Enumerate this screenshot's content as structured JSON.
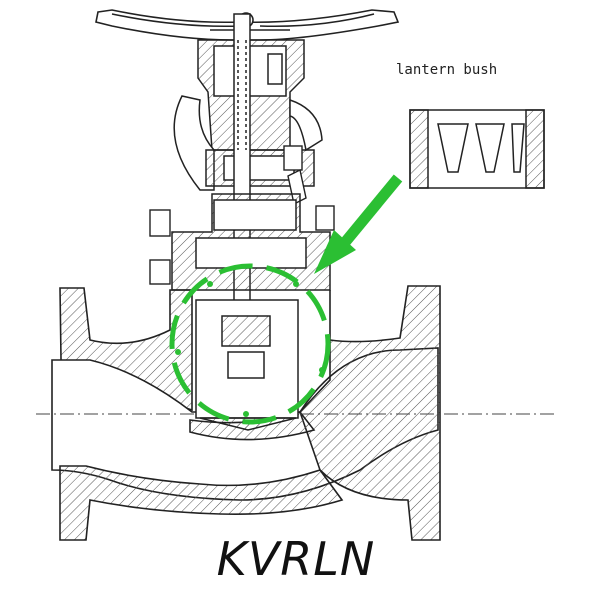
{
  "diagram": {
    "caption": "KVRLN",
    "inset_label": "lantern bush",
    "colors": {
      "line": "#222222",
      "hatch": "#555555",
      "highlight": "#2bbf33"
    },
    "highlight_target": "lantern bush"
  }
}
